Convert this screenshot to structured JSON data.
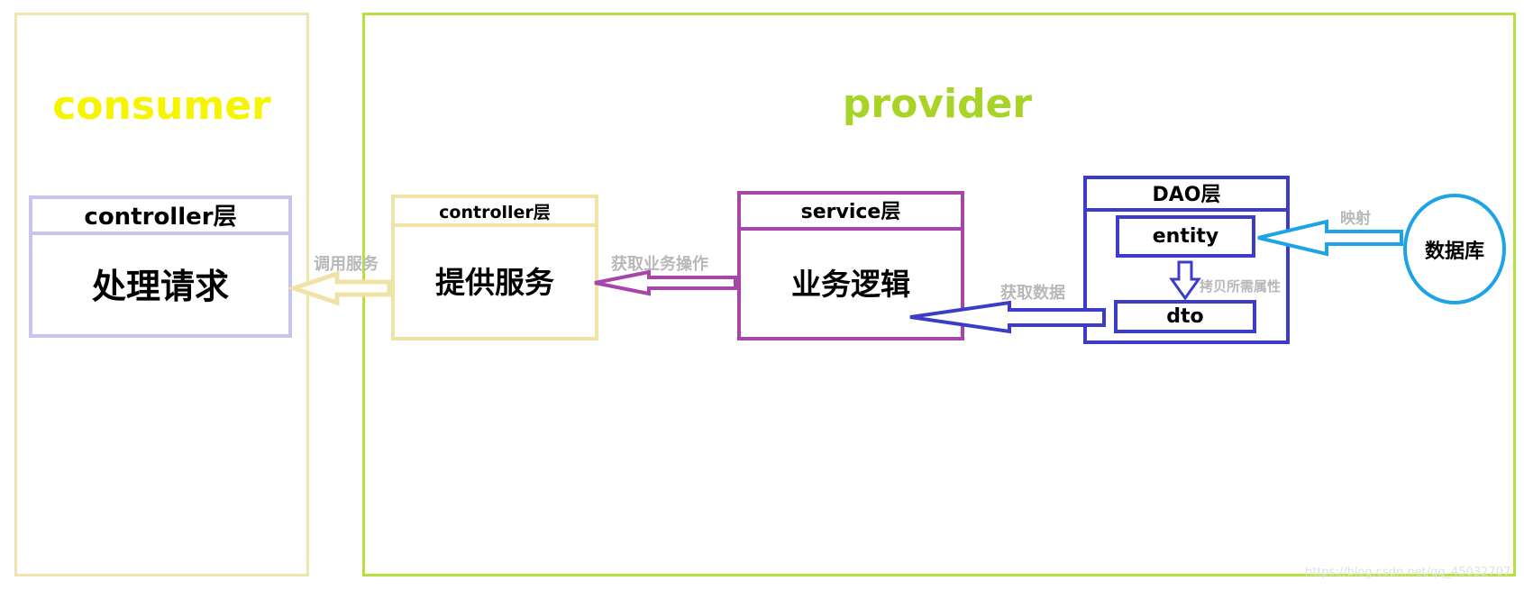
{
  "colors": {
    "consumer": "#f0e4b0",
    "consumer_title": "#f5f500",
    "provider": "#b8e03c",
    "provider_title": "#a8d428",
    "consumer_controller": "#c8c4ec",
    "provider_controller": "#efe3a8",
    "service": "#a646a8",
    "dao": "#3c3cc8",
    "database": "#1ea4e6",
    "edge_label": "#b8b8b8"
  },
  "consumer": {
    "title": "consumer",
    "controller": {
      "header": "controller层",
      "body": "处理请求"
    }
  },
  "provider": {
    "title": "provider",
    "controller": {
      "header": "controller层",
      "body": "提供服务"
    },
    "service": {
      "header": "service层",
      "body": "业务逻辑"
    },
    "dao": {
      "header": "DAO层",
      "entity": "entity",
      "dto": "dto"
    },
    "database": "数据库"
  },
  "edges": {
    "invoke_service": "调用服务",
    "get_business_operation": "获取业务操作",
    "get_data": "获取数据",
    "copy_attributes": "拷贝所需属性",
    "mapping": "映射"
  },
  "watermark": "https://blog.csdn.net/qq_45032707"
}
